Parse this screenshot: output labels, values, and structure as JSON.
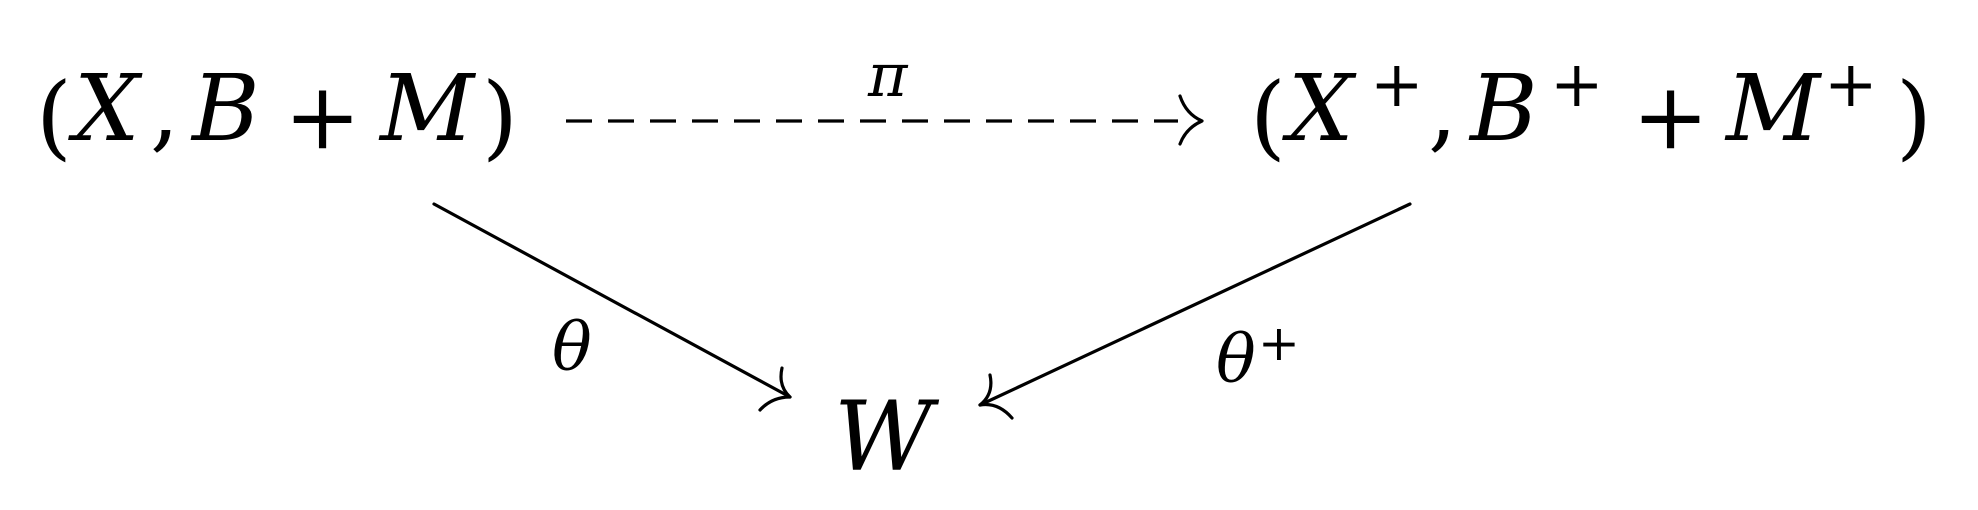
{
  "nodes": {
    "source": {
      "open_paren": "(",
      "var_x": "X",
      "comma": ",",
      "var_b": "B",
      "plus": "+",
      "var_m": "M",
      "close_paren": ")"
    },
    "target": {
      "open_paren": "(",
      "var_x": "X",
      "sup_x": "+",
      "comma": ",",
      "var_b": "B",
      "sup_b": "+",
      "plus": "+",
      "var_m": "M",
      "sup_m": "+",
      "close_paren": ")"
    },
    "base": {
      "var_w": "W"
    }
  },
  "arrows": {
    "pi": {
      "label": "π",
      "style": "dashed"
    },
    "theta": {
      "label": "θ",
      "style": "solid"
    },
    "theta_plus": {
      "label": "θ",
      "sup": "+",
      "style": "solid"
    }
  }
}
